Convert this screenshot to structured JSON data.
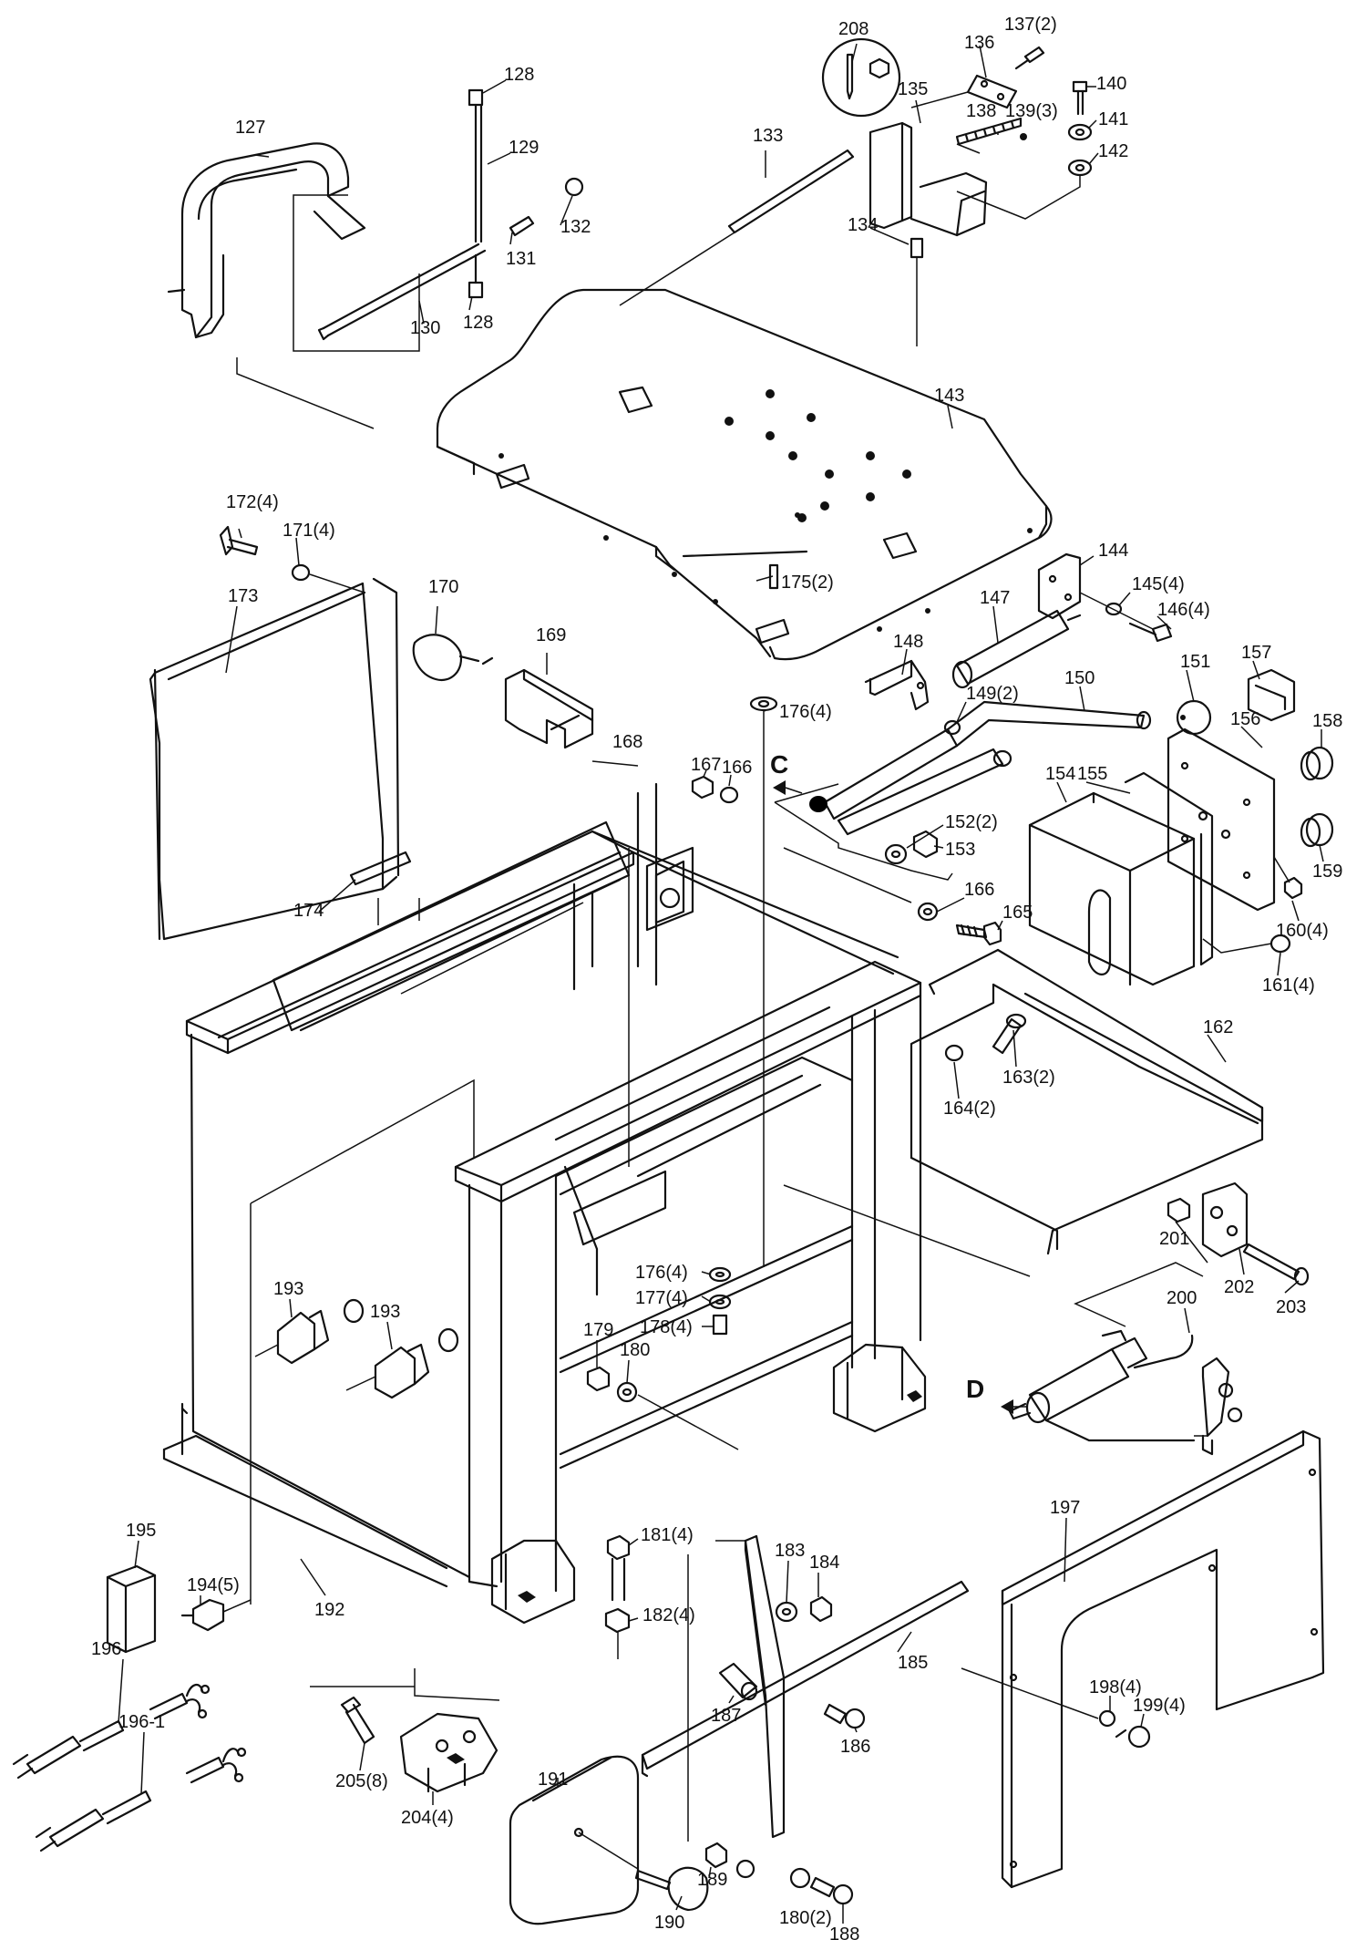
{
  "callouts": {
    "c127": "127",
    "c128a": "128",
    "c128b": "128",
    "c129": "129",
    "c130": "130",
    "c131": "131",
    "c132": "132",
    "c133": "133",
    "c134": "134",
    "c135": "135",
    "c136": "136",
    "c137": "137(2)",
    "c138": "138",
    "c139": "139(3)",
    "c140": "140",
    "c141": "141",
    "c142": "142",
    "c143": "143",
    "c144": "144",
    "c145": "145(4)",
    "c146": "146(4)",
    "c147": "147",
    "c148": "148",
    "c149": "149(2)",
    "c150": "150",
    "c151": "151",
    "c152": "152(2)",
    "c153": "153",
    "c154": "154",
    "c155": "155",
    "c156": "156",
    "c157": "157",
    "c158": "158",
    "c159": "159",
    "c160": "160(4)",
    "c161": "161(4)",
    "c162": "162",
    "c163": "163(2)",
    "c164": "164(2)",
    "c165": "165",
    "c166a": "166",
    "c166b": "166",
    "c167": "167",
    "c168": "168",
    "c169": "169",
    "c170": "170",
    "c171": "171(4)",
    "c172": "172(4)",
    "c173": "173",
    "c174": "174",
    "c175": "175(2)",
    "c176a": "176(4)",
    "c176b": "176(4)",
    "c177": "177(4)",
    "c178": "178(4)",
    "c179": "179",
    "c180a": "180",
    "c180b": "180(2)",
    "c181": "181(4)",
    "c182": "182(4)",
    "c183": "183",
    "c184": "184",
    "c185": "185",
    "c186": "186",
    "c187": "187",
    "c188": "188",
    "c189": "189",
    "c190": "190",
    "c191": "191",
    "c192": "192",
    "c193a": "193",
    "c193b": "193",
    "c194": "194(5)",
    "c195": "195",
    "c196": "196",
    "c196_1": "196-1",
    "c197": "197",
    "c198": "198(4)",
    "c199": "199(4)",
    "c200": "200",
    "c201": "201",
    "c202": "202",
    "c203": "203",
    "c204": "204(4)",
    "c205": "205(8)",
    "c208": "208"
  },
  "views": {
    "C": "C",
    "D": "D"
  }
}
